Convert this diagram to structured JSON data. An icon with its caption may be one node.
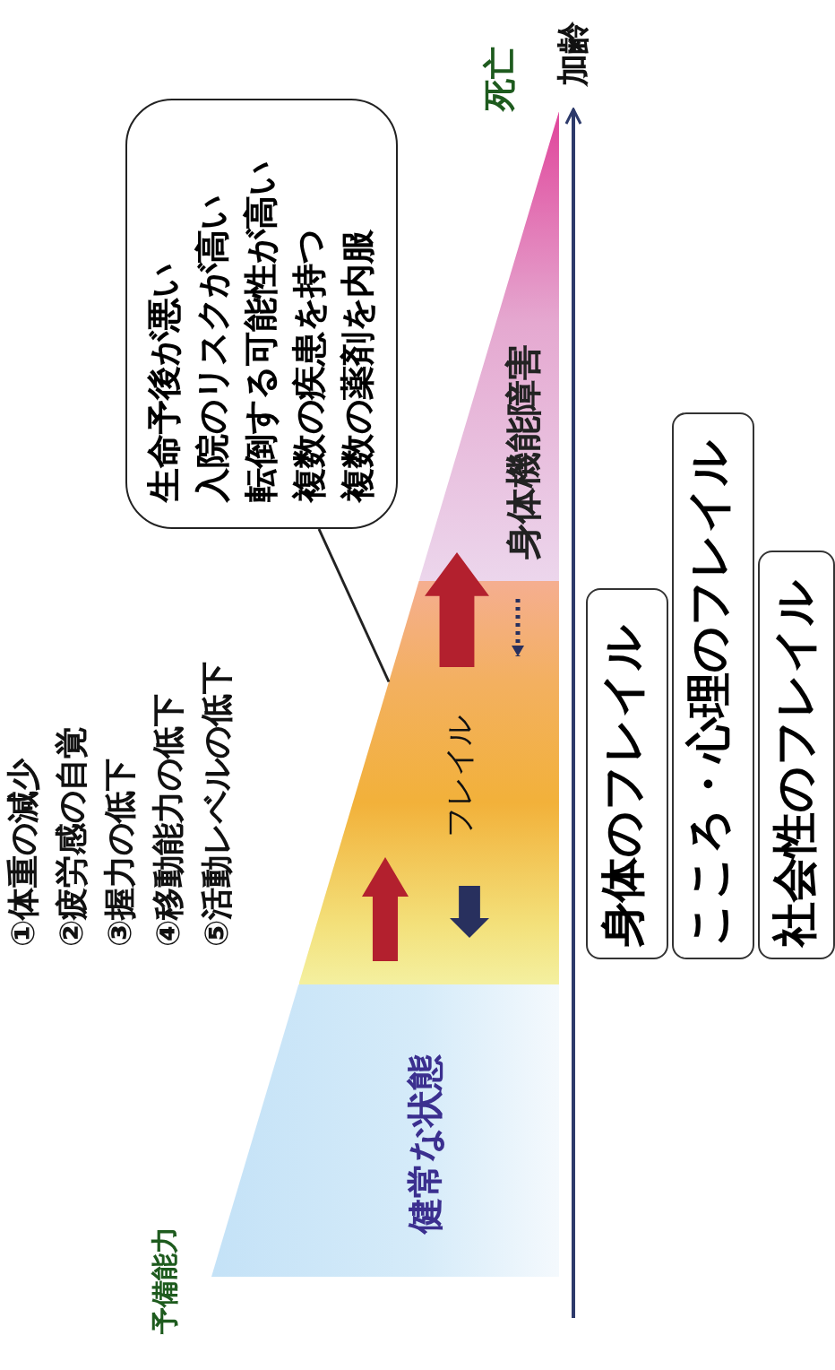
{
  "diagram": {
    "nodes": [
      {
        "text": [
          "健常な状態"
        ]
      },
      {
        "text": [
          "フレイル"
        ]
      },
      {
        "text": [
          "身体機能障害"
        ]
      },
      {
        "text": [
          "生命予後が悪い",
          "入院のリスクが高い",
          "転倒する可能性が高い",
          "複数の疾患を持つ",
          "複数の薬剤を内服"
        ]
      },
      {
        "text": [
          "身体のフレイル"
        ]
      },
      {
        "text": [
          "こころ・心理のフレイル"
        ]
      },
      {
        "text": [
          "社会性のフレイル"
        ]
      }
    ],
    "edges": [
      {
        "from": 0,
        "to": 1,
        "arrow": "to",
        "style": "thick",
        "color": "#b3202e"
      },
      {
        "from": 1,
        "to": 0,
        "arrow": "to",
        "style": "thick",
        "color": "#28305e"
      },
      {
        "from": 3,
        "to": 1,
        "arrow": "none"
      },
      {
        "from": 1,
        "to": 2,
        "arrow": "to",
        "style": "thick",
        "color": "#b3202e"
      },
      {
        "from": 2,
        "to": 1,
        "arrow": "to",
        "style": "dashed",
        "color": "#28305e"
      }
    ],
    "labels": [
      "予備能力",
      "①体重の減少",
      "②疲労感の自覚",
      "③握力の低下",
      "④移動能力の低下",
      "⑤活動レベルの低下",
      "死亡",
      "加齢"
    ]
  }
}
